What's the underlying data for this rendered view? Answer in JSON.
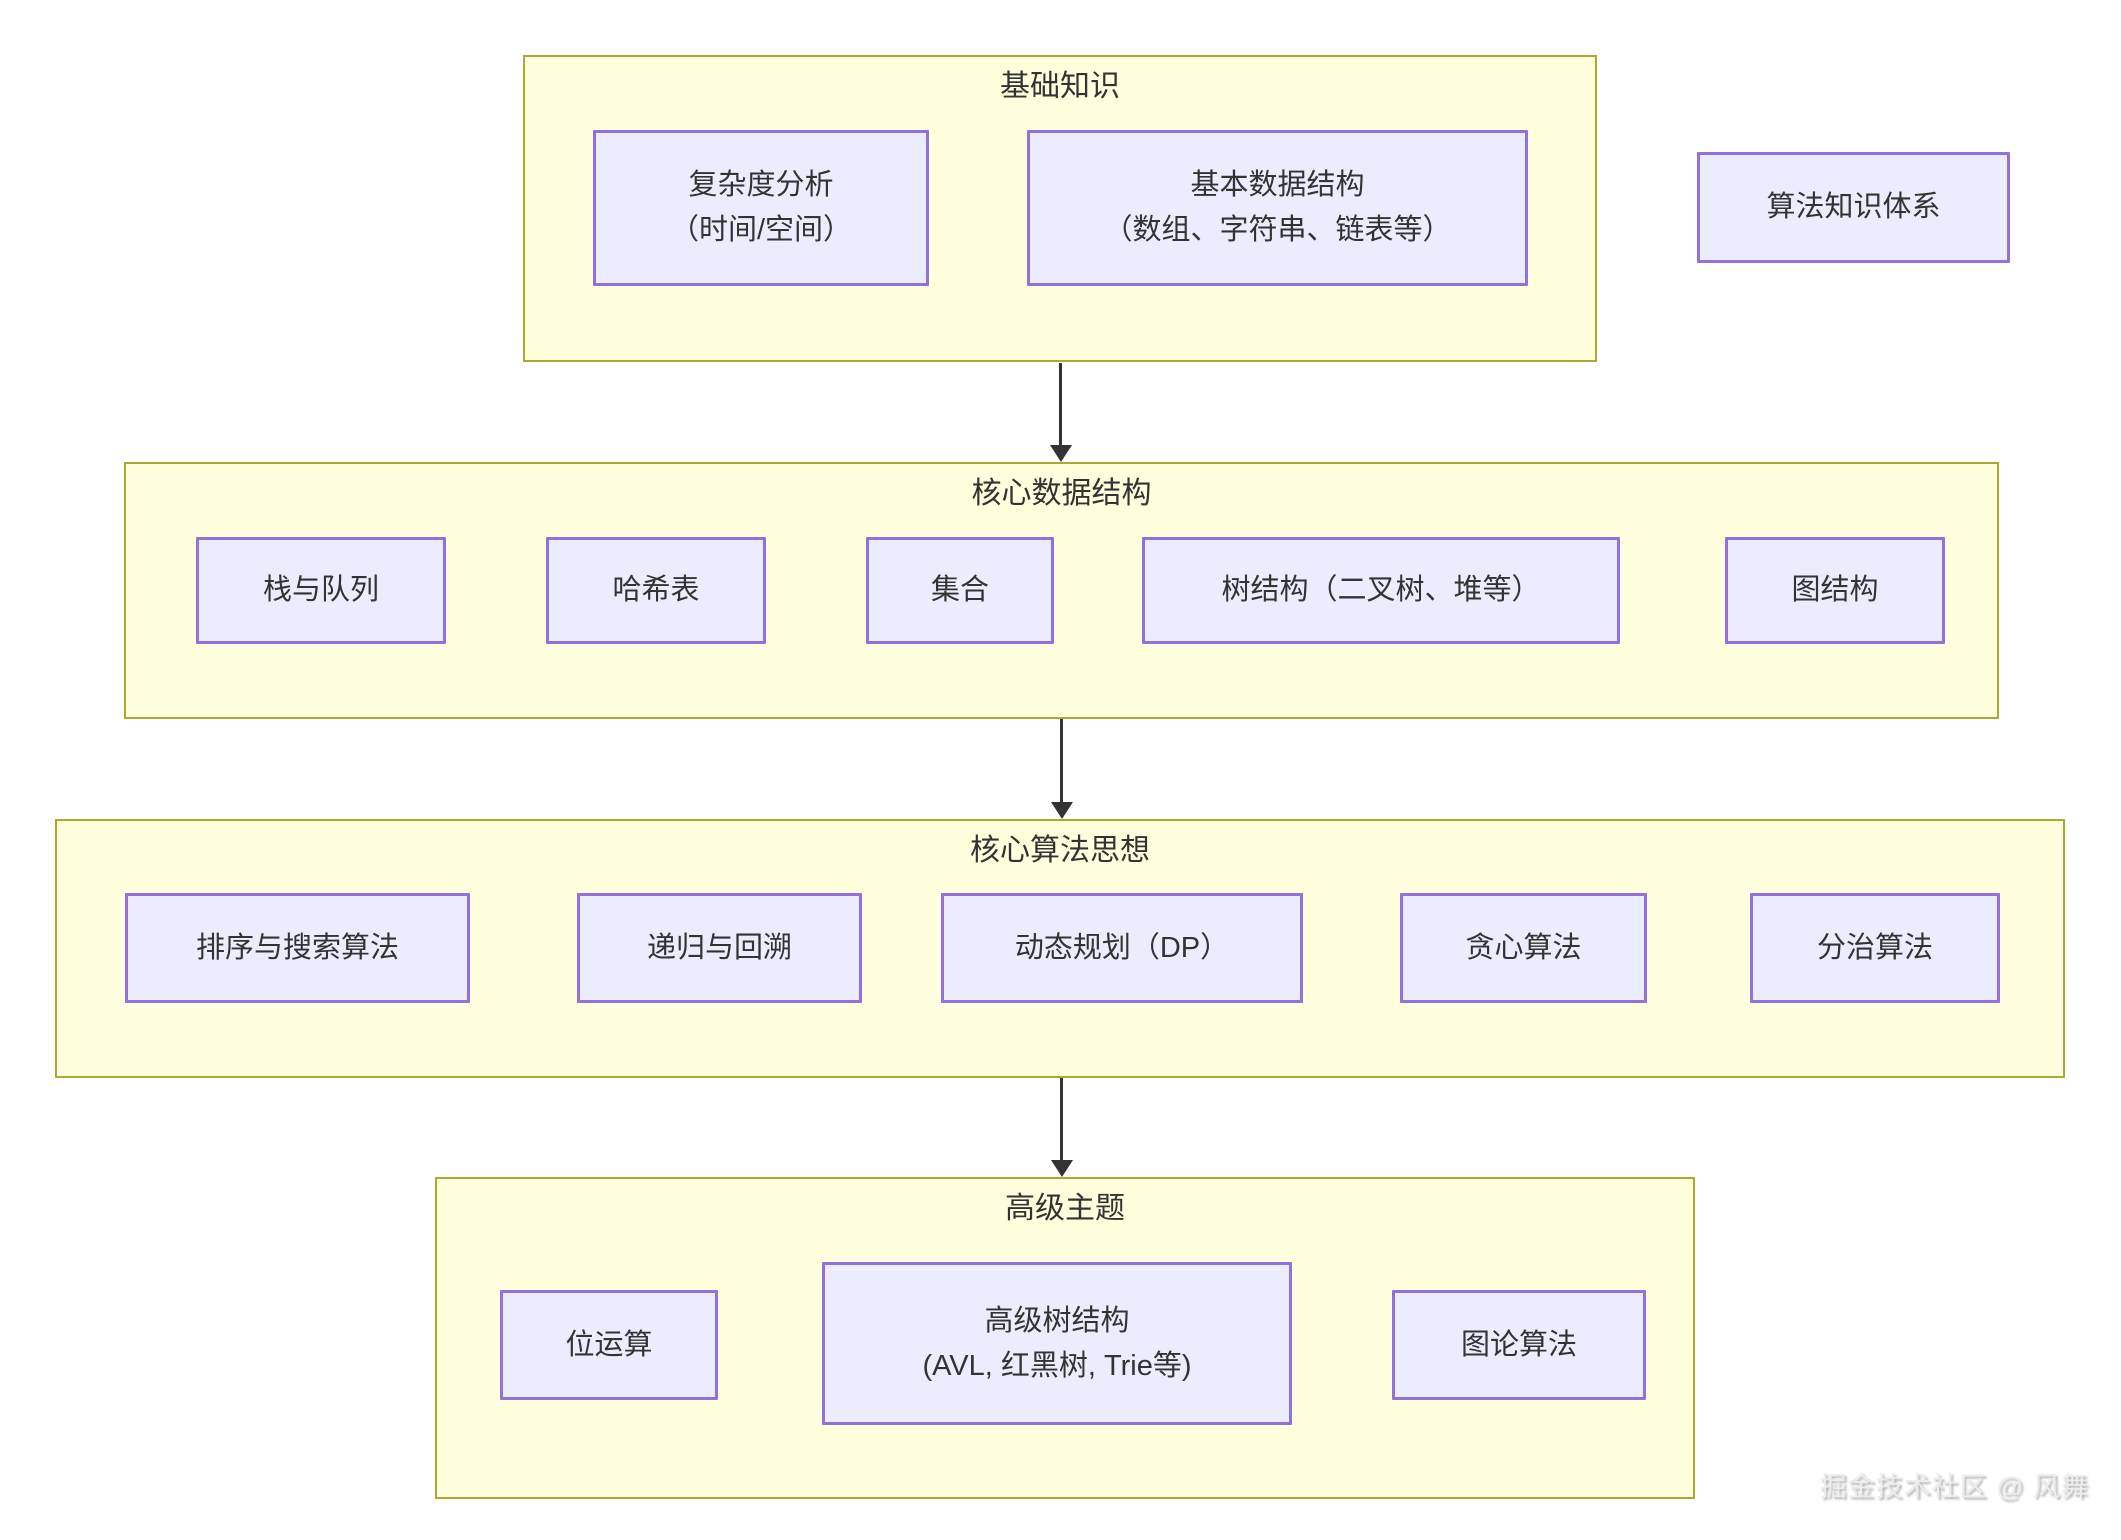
{
  "diagram": {
    "type": "flowchart",
    "colors": {
      "background": "#ffffff",
      "group_fill": "#ffffde",
      "group_border": "#aaaa33",
      "node_fill": "#ececff",
      "node_border": "#9370db",
      "text": "#333333",
      "arrow": "#333333"
    },
    "groups": [
      {
        "title": "基础知识",
        "nodes": [
          {
            "line1": "复杂度分析",
            "line2": "（时间/空间）"
          },
          {
            "line1": "基本数据结构",
            "line2": "（数组、字符串、链表等）"
          }
        ]
      },
      {
        "title": "核心数据结构",
        "nodes": [
          {
            "line1": "栈与队列"
          },
          {
            "line1": "哈希表"
          },
          {
            "line1": "集合"
          },
          {
            "line1": "树结构（二叉树、堆等）"
          },
          {
            "line1": "图结构"
          }
        ]
      },
      {
        "title": "核心算法思想",
        "nodes": [
          {
            "line1": "排序与搜索算法"
          },
          {
            "line1": "递归与回溯"
          },
          {
            "line1": "动态规划（DP）"
          },
          {
            "line1": "贪心算法"
          },
          {
            "line1": "分治算法"
          }
        ]
      },
      {
        "title": "高级主题",
        "nodes": [
          {
            "line1": "位运算"
          },
          {
            "line1": "高级树结构",
            "line2": "(AVL, 红黑树, Trie等)"
          },
          {
            "line1": "图论算法"
          }
        ]
      }
    ],
    "floating_node": {
      "line1": "算法知识体系"
    },
    "arrows": [
      {
        "from": "基础知识",
        "to": "核心数据结构"
      },
      {
        "from": "核心数据结构",
        "to": "核心算法思想"
      },
      {
        "from": "核心算法思想",
        "to": "高级主题"
      }
    ],
    "watermark": "掘金技术社区 @ 风舞"
  }
}
